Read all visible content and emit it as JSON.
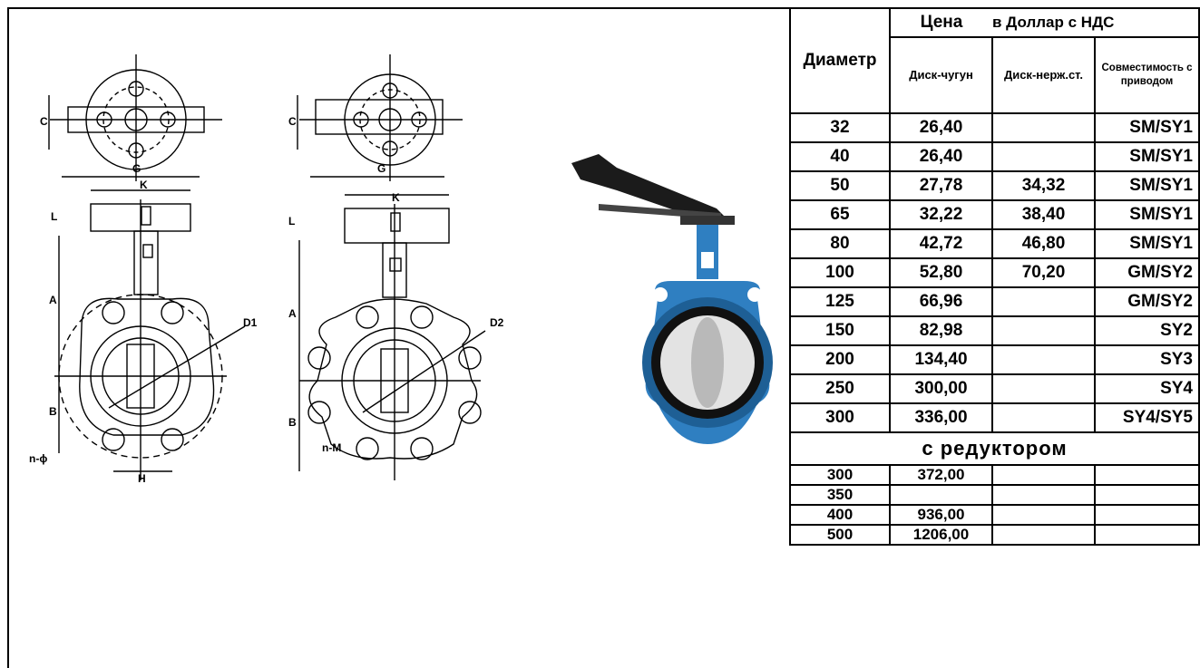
{
  "table": {
    "header": {
      "diameter": "Диаметр",
      "price": "Цена",
      "currency": "в Доллар с НДС",
      "col_iron": "Диск-чугун",
      "col_steel": "Диск-нерж.ст.",
      "col_compat": "Совместимость с приводом"
    },
    "rows": [
      {
        "d": "32",
        "iron": "26,40",
        "steel": "",
        "compat": "SM/SY1"
      },
      {
        "d": "40",
        "iron": "26,40",
        "steel": "",
        "compat": "SM/SY1"
      },
      {
        "d": "50",
        "iron": "27,78",
        "steel": "34,32",
        "compat": "SM/SY1"
      },
      {
        "d": "65",
        "iron": "32,22",
        "steel": "38,40",
        "compat": "SM/SY1"
      },
      {
        "d": "80",
        "iron": "42,72",
        "steel": "46,80",
        "compat": "SM/SY1"
      },
      {
        "d": "100",
        "iron": "52,80",
        "steel": "70,20",
        "compat": "GM/SY2"
      },
      {
        "d": "125",
        "iron": "66,96",
        "steel": "",
        "compat": "GM/SY2"
      },
      {
        "d": "150",
        "iron": "82,98",
        "steel": "",
        "compat": "SY2"
      },
      {
        "d": "200",
        "iron": "134,40",
        "steel": "",
        "compat": "SY3"
      },
      {
        "d": "250",
        "iron": "300,00",
        "steel": "",
        "compat": "SY4"
      },
      {
        "d": "300",
        "iron": "336,00",
        "steel": "",
        "compat": "SY4/SY5"
      }
    ],
    "section_title": "с редуктором",
    "gear_rows": [
      {
        "d": "300",
        "iron": "372,00",
        "steel": "",
        "compat": ""
      },
      {
        "d": "350",
        "iron": "",
        "steel": "",
        "compat": ""
      },
      {
        "d": "400",
        "iron": "936,00",
        "steel": "",
        "compat": ""
      },
      {
        "d": "500",
        "iron": "1206,00",
        "steel": "",
        "compat": ""
      }
    ]
  },
  "drawing_labels": {
    "c": "C",
    "g": "G",
    "k": "K",
    "l": "L",
    "a": "A",
    "b": "B",
    "d1": "D1",
    "d2": "D2",
    "h": "H",
    "n_phi": "n-ϕ",
    "n_m": "n-M"
  },
  "colors": {
    "valve_body": "#2f7fc1",
    "handle": "#1b1b1b"
  }
}
